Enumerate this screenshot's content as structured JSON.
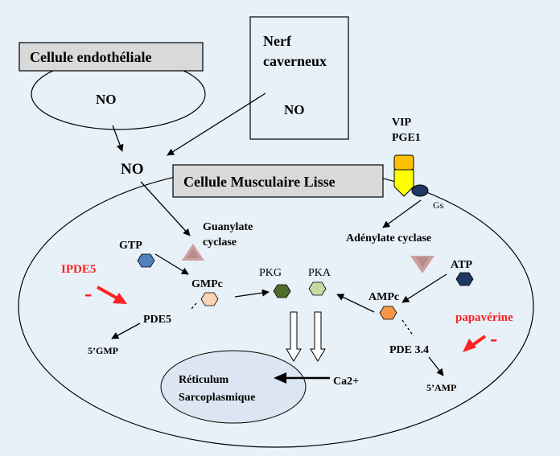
{
  "colors": {
    "background": "#e8f0f8",
    "box_fill": "#d9d9d9",
    "red_accent": "#ff2020",
    "gtp_blue": "#4f81bd",
    "atp_navy": "#1f3864",
    "pkg_green": "#4e6b2a",
    "pka_green": "#c6d9a0",
    "gmpc_peach": "#fbd5b5",
    "ampc_orange": "#f79646",
    "cyclase_pink": "#c9a19f",
    "receptor_orange": "#ffc000",
    "receptor_yellow": "#ffff00",
    "reticulum_fill": "#dce6f2"
  },
  "labels": {
    "endothelial_cell": "Cellule endothéliale",
    "nerve_line1": "Nerf",
    "nerve_line2": "caverneux",
    "no_endothelial": "NO",
    "no_nerve": "NO",
    "no_center": "NO",
    "smooth_muscle_cell": "Cellule Musculaire Lisse",
    "vip": "VIP",
    "pge1": "PGE1",
    "gs": "Gs",
    "guanylate_line1": "Guanylate",
    "guanylate_line2": "cyclase",
    "adenylate_cyclase": "Adénylate cyclase",
    "gtp": "GTP",
    "atp": "ATP",
    "gmpc": "GMPc",
    "ampc": "AMPc",
    "pkg": "PKG",
    "pka": "PKA",
    "ipde5": "IPDE5",
    "minus_left": "-",
    "minus_right": "-",
    "pde5": "PDE5",
    "gmp5": "5’GMP",
    "papaverine": "papavérine",
    "pde34": "PDE 3.4",
    "amp5": "5’AMP",
    "reticulum_line1": "Réticulum",
    "reticulum_line2": "Sarcoplasmique",
    "ca2": "Ca2+"
  }
}
